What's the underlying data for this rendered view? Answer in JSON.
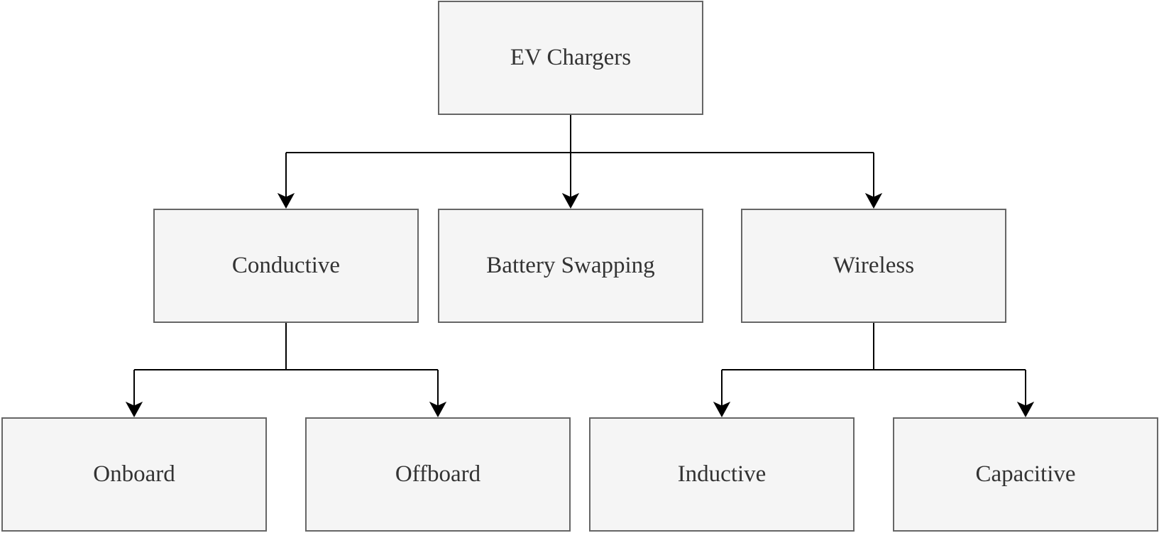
{
  "diagram": {
    "root": "EV Chargers",
    "level1": {
      "conductive": "Conductive",
      "battery_swapping": "Battery Swapping",
      "wireless": "Wireless"
    },
    "level2": {
      "onboard": "Onboard",
      "offboard": "Offboard",
      "inductive": "Inductive",
      "capacitive": "Capacitive"
    },
    "colors": {
      "node_fill": "#f5f5f5",
      "node_border": "#666666",
      "text": "#333333",
      "edge": "#000000"
    }
  }
}
